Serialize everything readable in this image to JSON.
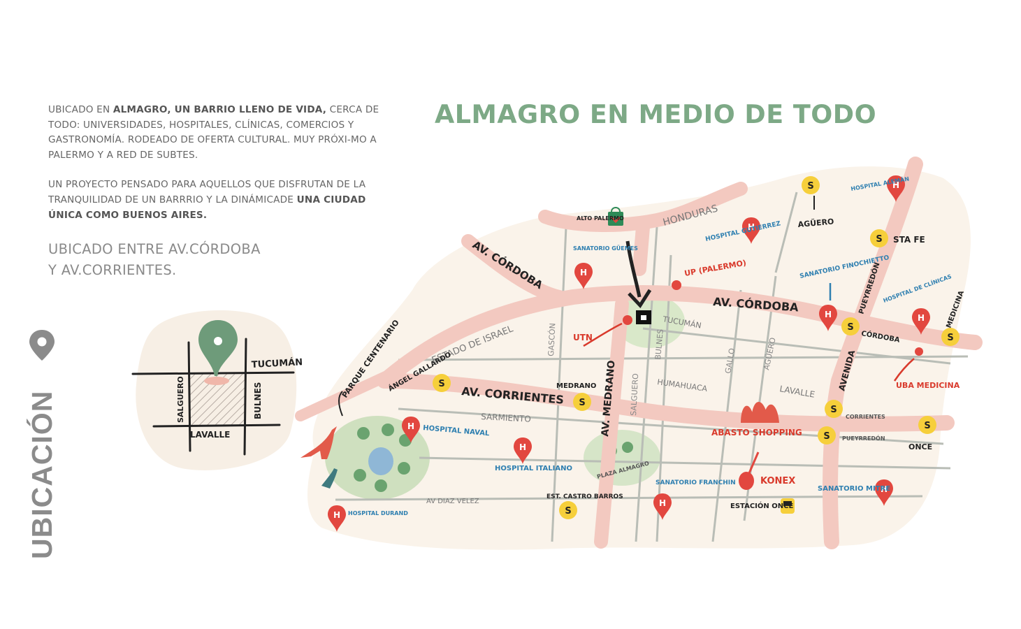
{
  "side_title": "UBICACIÓN",
  "icons": {
    "location": "map-pin-icon",
    "hospital": "hospital-pin-icon",
    "subway": "subway-s-icon",
    "train": "train-icon",
    "shopping": "shopping-bag-icon"
  },
  "intro": {
    "p1_a": "UBICADO EN ",
    "p1_b": "ALMAGRO, UN BARRIO LLENO DE VIDA,",
    "p1_c": " CERCA DE TODO: UNIVERSIDADES, HOSPITALES, CLÍNICAS, COMERCIOS Y GASTRONOMÍA. RODEADO DE OFERTA CULTURAL. MUY PRÓXI-MO A PALERMO Y A RED DE SUBTES.",
    "p2_a": "UN PROYECTO PENSADO PARA AQUELLOS QUE DISFRUTAN DE LA TRANQUILIDAD DE UN BARRRIO Y LA DINÁMICADE ",
    "p2_b": "UNA CIUDAD ÚNICA COMO BUENOS AIRES."
  },
  "subtitle": {
    "line1": "UBICADO ENTRE AV.CÓRDOBA",
    "line2": "Y AV.CORRIENTES."
  },
  "map_title": "ALMAGRO EN MEDIO DE TODO",
  "colors": {
    "green_title": "#7da986",
    "avenue": "#f3c9c0",
    "street": "#b9bdb6",
    "hospital_red": "#e2473f",
    "subway_yellow": "#f6cf3b",
    "label_blue": "#2e7fb0",
    "label_red": "#d93a2c",
    "park_green": "#cfe0bf"
  },
  "mini_map": {
    "streets": [
      "TUCUMÁN",
      "SALGUERO",
      "BULNES",
      "LAVALLE"
    ]
  },
  "map": {
    "streets": {
      "honduras": "HONDURAS",
      "cordoba_w": "AV. CÓRDOBA",
      "cordoba_e": "AV. CÓRDOBA",
      "estado_israel": "ESTADO DE ISRAEL",
      "parque_centenario": "PARQUE CENTENARIO",
      "angel_gallardo": "ÁNGEL GALLARDO",
      "corrientes": "AV. CORRIENTES",
      "sarmiento": "SARMIENTO",
      "gascon": "GASCÓN",
      "medrano": "AV. MEDRANO",
      "salguero": "SALGUERO",
      "bulnes": "BULNES",
      "tucuman": "TUCUMÁN",
      "humahuaca": "HUMAHUACA",
      "gallo": "GALLO",
      "aguero": "AGÜERO",
      "lavalle": "LAVALLE",
      "avenida_pueyrredon": "AVENIDA",
      "pueyrredon": "PUEYRREDÓN",
      "diaz_velez": "AV DIAZ VELEZ"
    },
    "places": {
      "alto_palermo": "ALTO PALERMO",
      "sanatorio_guemes": "SANATORIO GÜEMES",
      "hospital_gutierrez": "HOSPITAL GUTIERREZ",
      "up_palermo": "UP (PALERMO)",
      "aguero_station": "AGÜERO",
      "hospital_aleman": "HOSPITAL ALEMÁN",
      "sta_fe": "STA FE",
      "sanatorio_finochietto": "SANATORIO FINOCHIETTO",
      "hospital_clinicas": "HOSPITAL DE CLÍNICAS",
      "medicina": "MEDICINA",
      "cordoba_station": "CÓRDOBA",
      "uba_medicina": "UBA MEDICINA",
      "utn": "UTN",
      "medrano_station": "MEDRANO",
      "hospital_naval": "HOSPITAL NAVAL",
      "hospital_italiano": "HOSPITAL ITALIANO",
      "plaza_almagro": "PLAZA ALMAGRO",
      "est_castro_barros": "EST. CASTRO BARROS",
      "sanatorio_franchin": "SANATORIO FRANCHIN",
      "abasto": "ABASTO SHOPPING",
      "corrientes_station": "CORRIENTES",
      "pueyrredon_station": "PUEYRREDÓN",
      "once": "ONCE",
      "konex": "KONEX",
      "estacion_once": "ESTACIÓN ONCE",
      "sanatorio_mitre": "SANATORIO MITRE",
      "hospital_durand": "HOSPITAL DURAND"
    },
    "subway_letter": "S",
    "hospital_letter": "H"
  }
}
